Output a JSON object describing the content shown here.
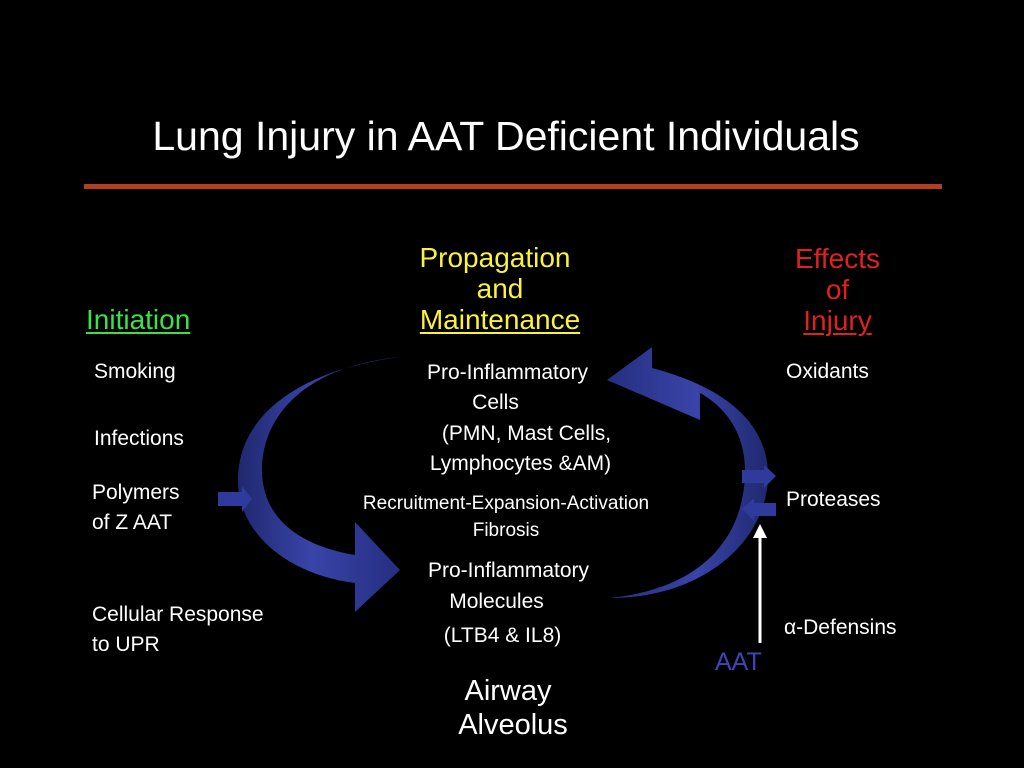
{
  "title": "Lung Injury in AAT Deficient Individuals",
  "colors": {
    "accent_rule": "#b0401f",
    "initiation": "#3ee048",
    "propagation": "#fbf23c",
    "effects": "#e02121",
    "arrow_blue": "#303a9c",
    "aat_blue": "#3c46b4",
    "text": "#ffffff"
  },
  "initiation": {
    "heading": "Initiation",
    "items": [
      "Smoking",
      "Infections",
      "Polymers",
      "of Z AAT",
      "Cellular Response",
      "to UPR"
    ]
  },
  "propagation": {
    "heading_line1": "Propagation",
    "heading_line2": "and",
    "heading_line3": "Maintenance",
    "cells": [
      "Pro-Inflammatory",
      "Cells",
      "(PMN, Mast Cells,",
      "Lymphocytes &AM)"
    ],
    "process": [
      "Recruitment-Expansion-Activation",
      "Fibrosis"
    ],
    "molecules": [
      "Pro-Inflammatory",
      "Molecules",
      "(LTB4 & IL8)"
    ]
  },
  "effects": {
    "heading_line1": "Effects",
    "heading_line2": "of",
    "heading_line3": "Injury",
    "items": [
      "Oxidants",
      "Proteases",
      "α",
      "-Defensins"
    ]
  },
  "aat_label": "AAT",
  "location": [
    "Airway",
    "Alveolus"
  ]
}
